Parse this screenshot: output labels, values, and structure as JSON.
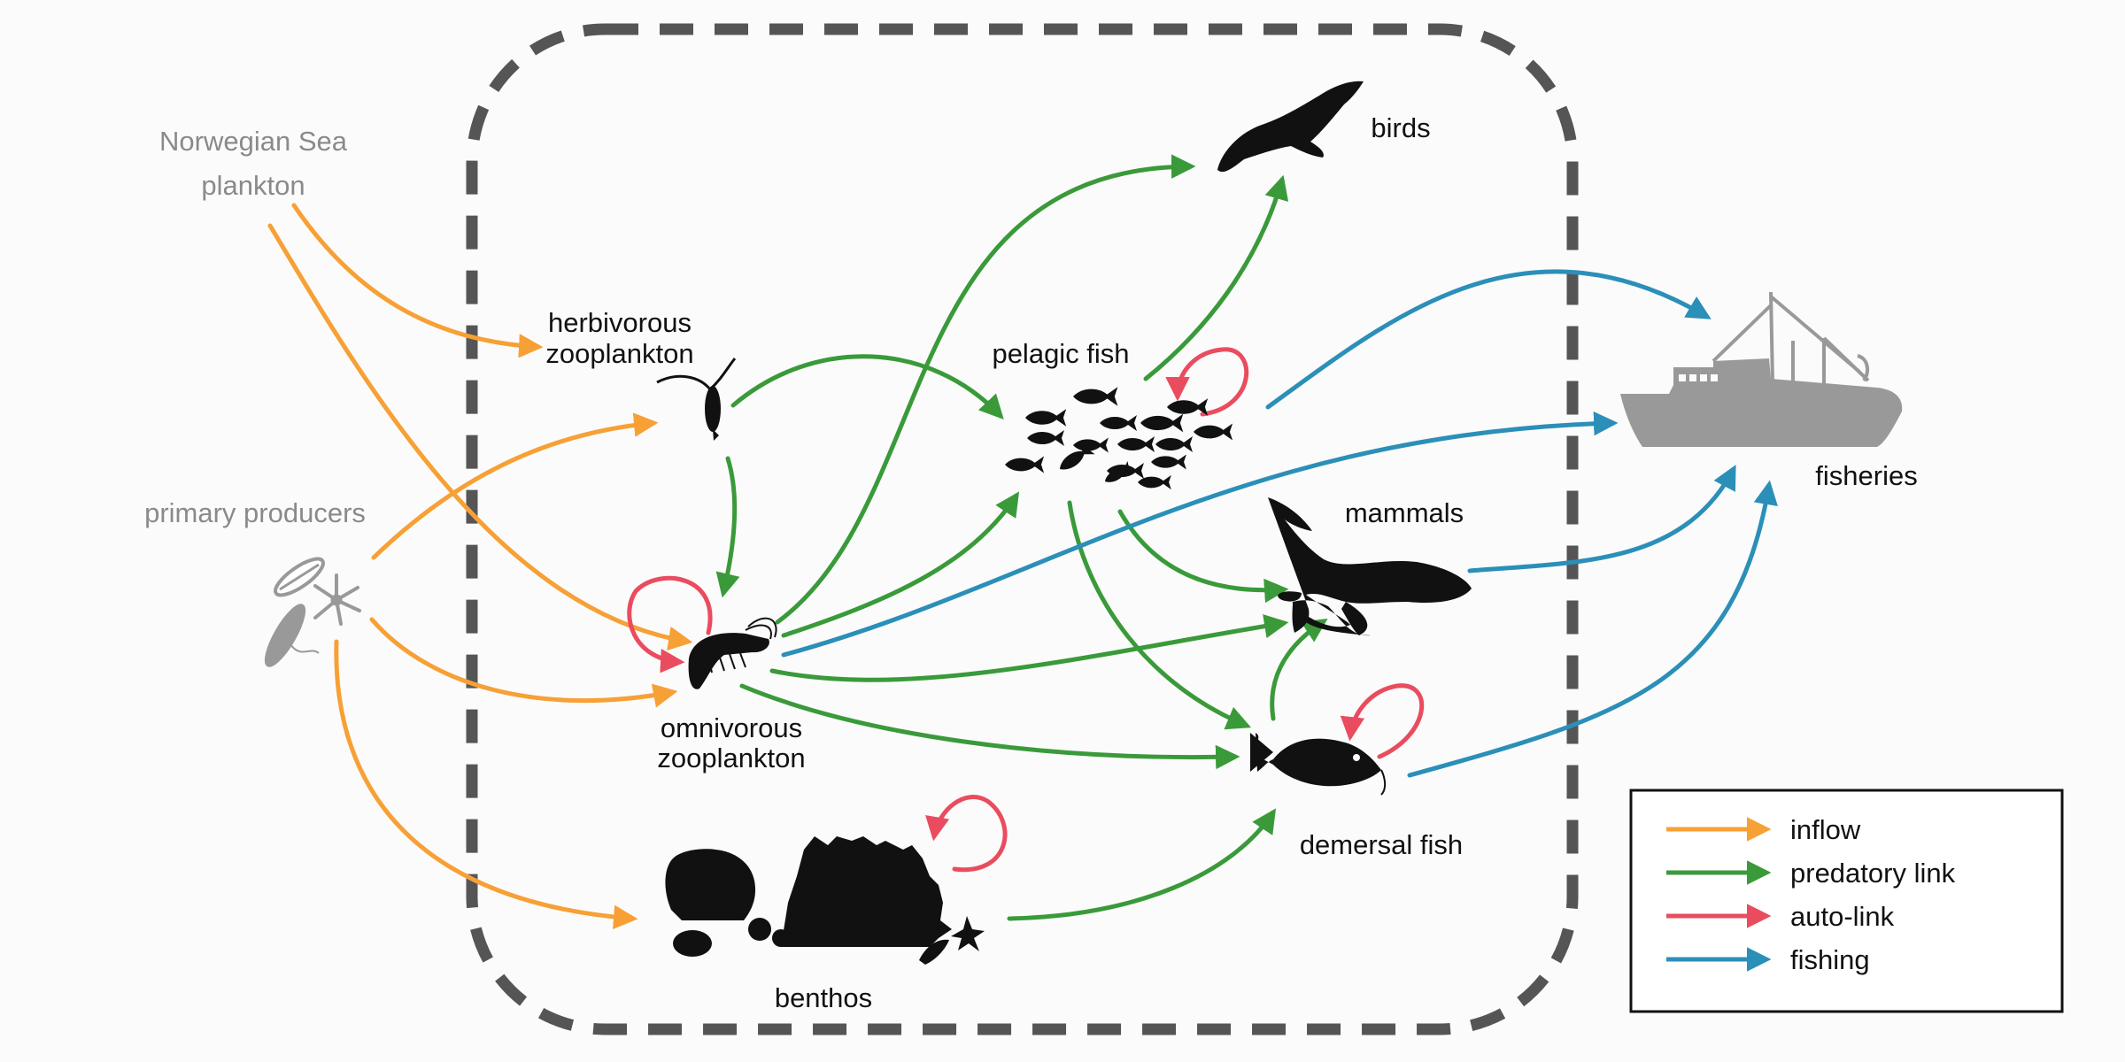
{
  "labels": {
    "norwegian_sea_line1": "Norwegian Sea",
    "norwegian_sea_line2": "plankton",
    "primary_producers": "primary producers",
    "herbivorous_line1": "herbivorous",
    "herbivorous_line2": "zooplankton",
    "omnivorous_line1": "omnivorous",
    "omnivorous_line2": "zooplankton",
    "pelagic_fish": "pelagic fish",
    "birds": "birds",
    "mammals": "mammals",
    "demersal_fish": "demersal fish",
    "benthos": "benthos",
    "fisheries": "fisheries"
  },
  "legend": {
    "items": [
      {
        "label": "inflow",
        "color": "#f7a035"
      },
      {
        "label": "predatory link",
        "color": "#3a9a3a"
      },
      {
        "label": "auto-link",
        "color": "#ea4c5f"
      },
      {
        "label": "fishing",
        "color": "#2b8fb8"
      }
    ]
  },
  "colors": {
    "inflow": "#f7a035",
    "predatory": "#3a9a3a",
    "auto": "#ea4c5f",
    "fishing": "#2b8fb8",
    "boundary": "#555555",
    "external": "#999999"
  }
}
